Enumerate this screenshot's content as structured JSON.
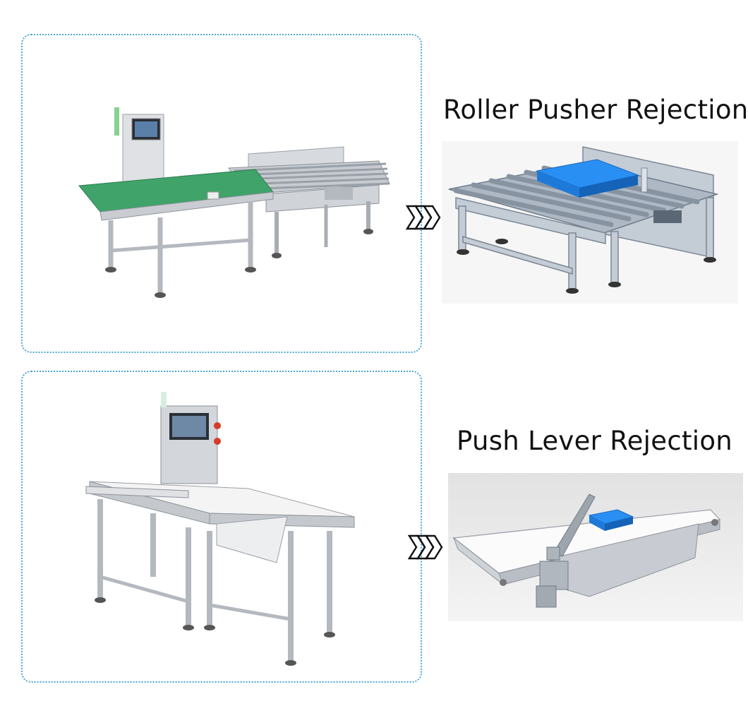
{
  "sections": [
    {
      "caption": "Roller Pusher Rejection",
      "machine_photo": "checkweigher-with-roller-pusher",
      "arrow_icon": "triple-chevron-right-icon"
    },
    {
      "caption": "Push Lever Rejection",
      "machine_photo": "checkweigher-with-push-lever",
      "arrow_icon": "triple-chevron-right-icon"
    }
  ],
  "colors": {
    "frame_border": "#4aa7d6",
    "green_belt": "#3fa36a",
    "product_blue": "#1e88f0",
    "steel": "#c9ccd1"
  }
}
